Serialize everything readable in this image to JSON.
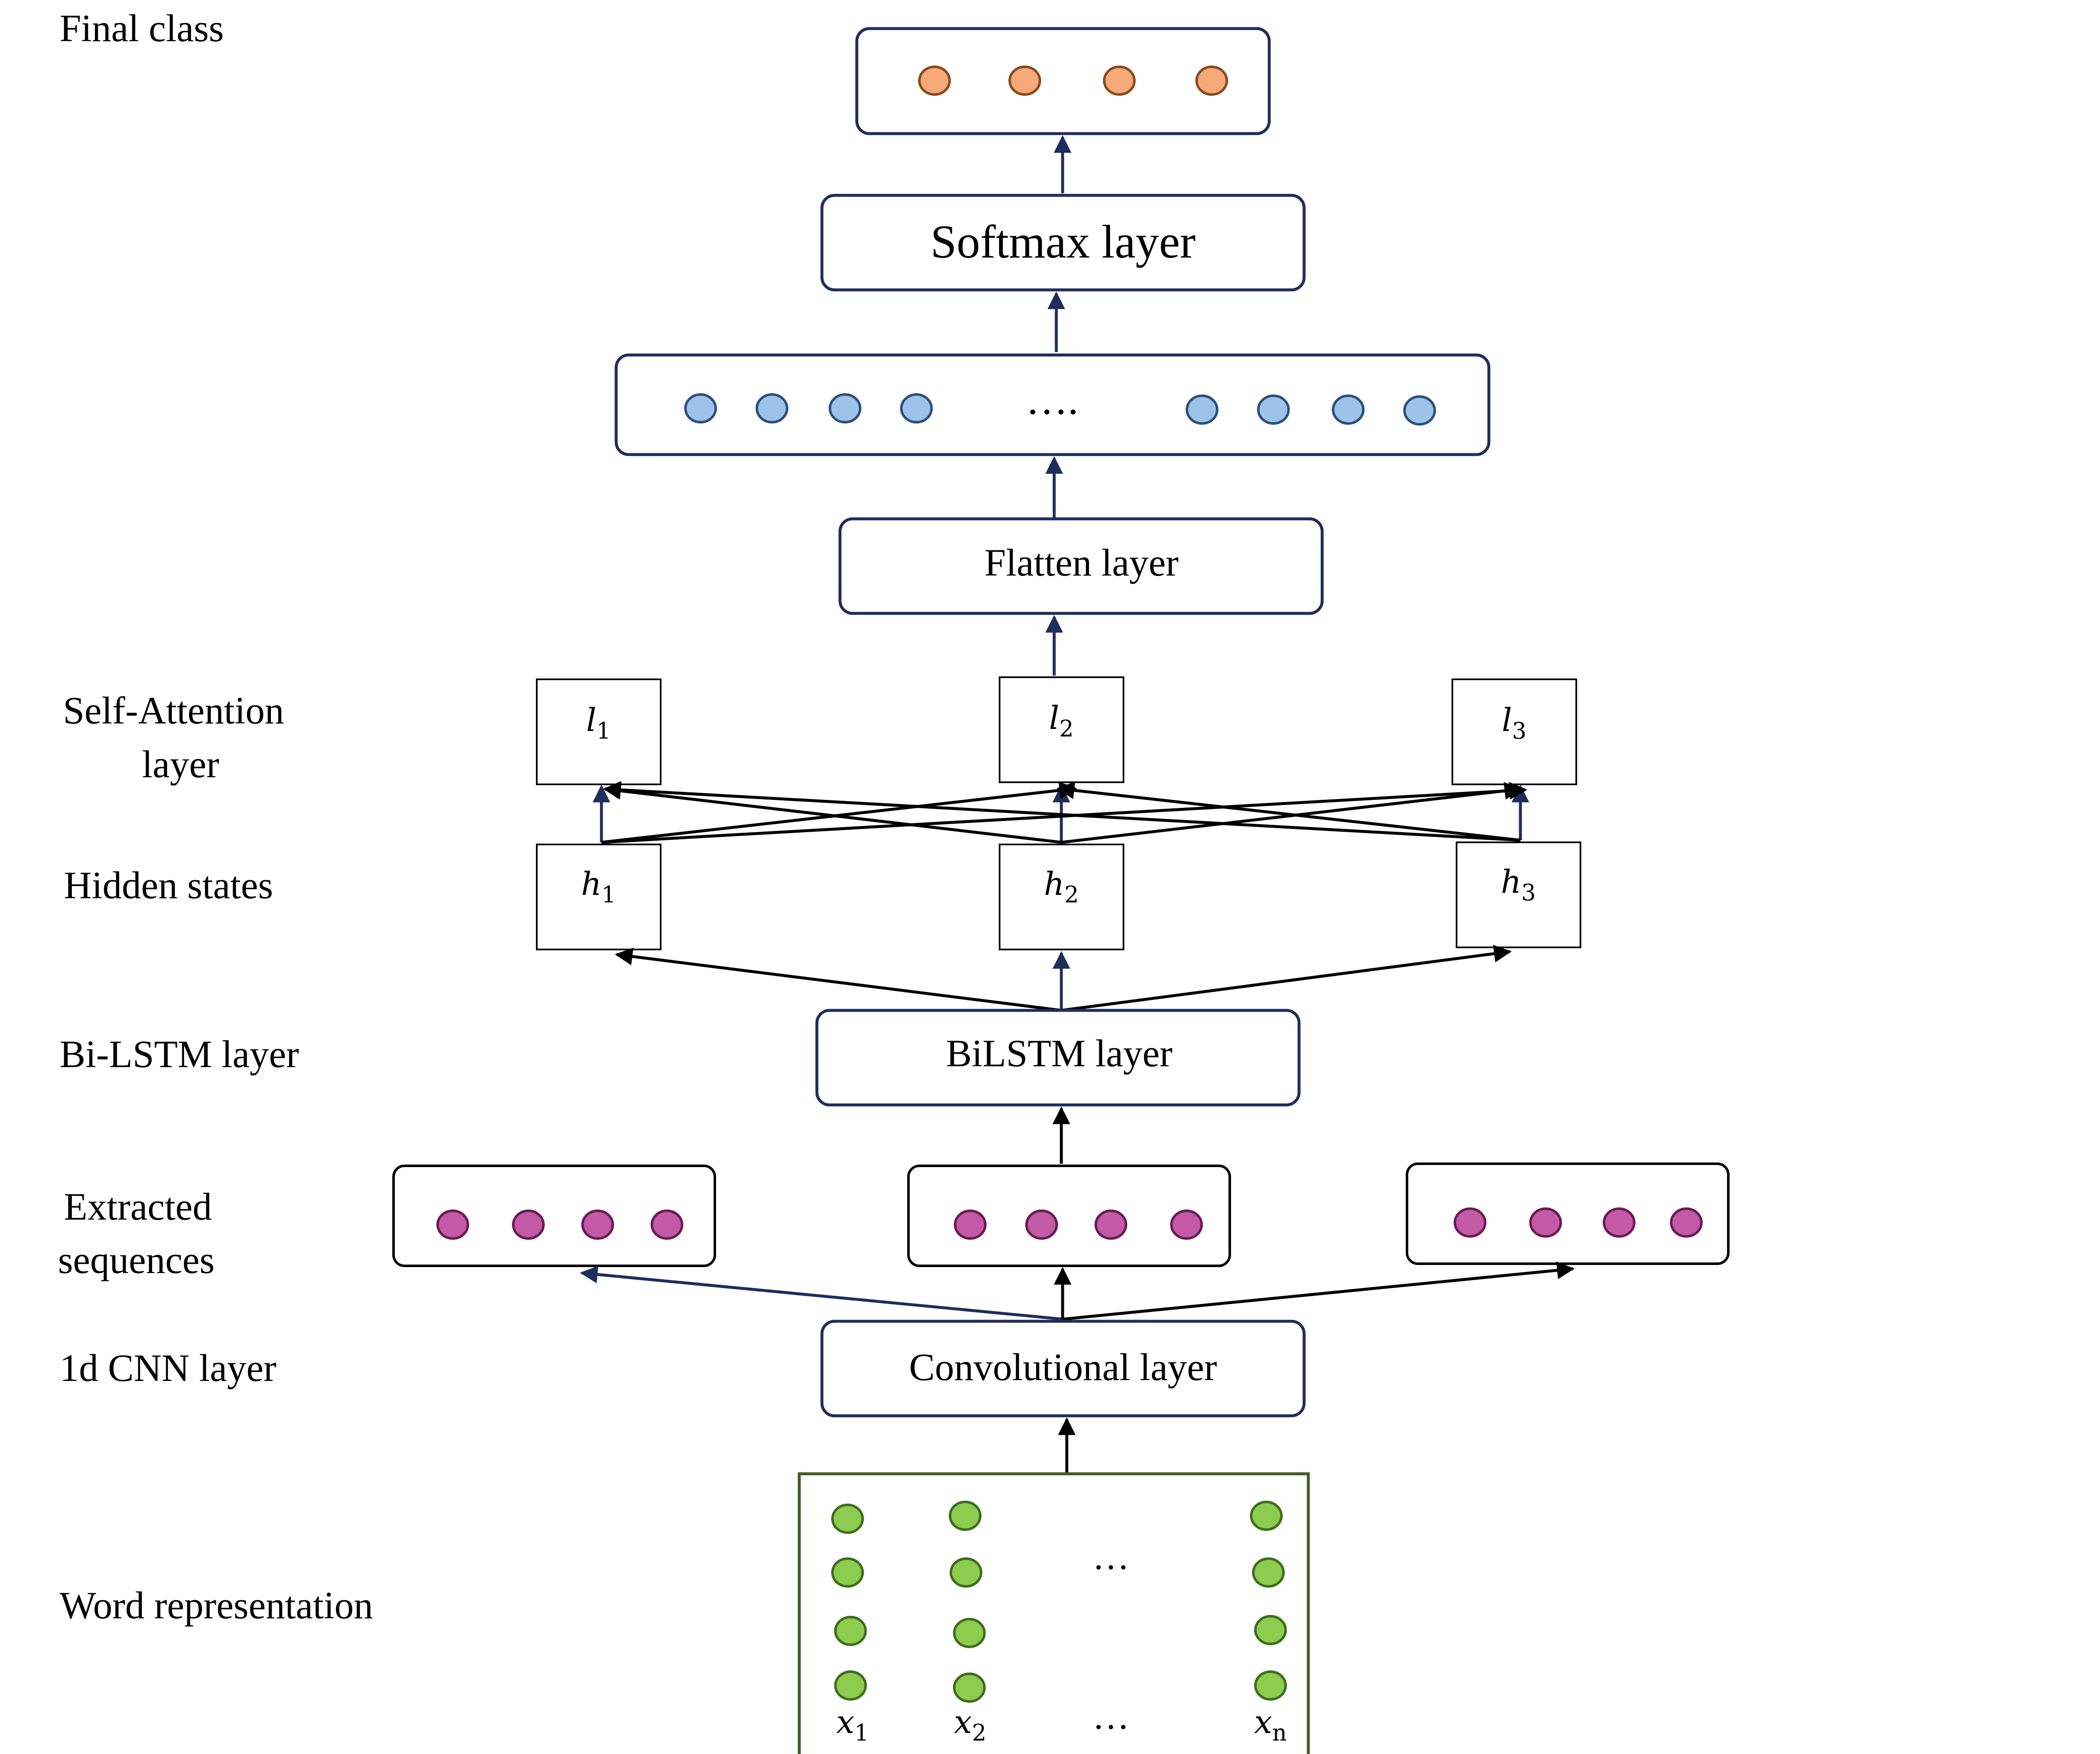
{
  "side_labels": {
    "final_class": "Final class",
    "self_attention_1": "Self-Attention",
    "self_attention_2": "layer",
    "hidden_states": "Hidden states",
    "bilstm": "Bi-LSTM layer",
    "extracted_1": "Extracted",
    "extracted_2": "sequences",
    "cnn": "1d CNN layer",
    "word_rep": "Word representation"
  },
  "blocks": {
    "softmax": "Softmax layer",
    "flatten": "Flatten layer",
    "bilstm": "BiLSTM layer",
    "conv": "Convolutional layer"
  },
  "dense_ellipsis": "….",
  "attention": [
    {
      "base": "l",
      "sub": "1"
    },
    {
      "base": "l",
      "sub": "2"
    },
    {
      "base": "l",
      "sub": "3"
    }
  ],
  "hidden": [
    {
      "base": "h",
      "sub": "1"
    },
    {
      "base": "h",
      "sub": "2"
    },
    {
      "base": "h",
      "sub": "3"
    }
  ],
  "words": {
    "x1": {
      "base": "x",
      "sub": "1"
    },
    "x2": {
      "base": "x",
      "sub": "2"
    },
    "xn": {
      "base": "x",
      "sub": "n"
    },
    "ellipsis_top": "…",
    "ellipsis_bottom": "…"
  },
  "colors": {
    "box_stroke": "#1f2d5c",
    "arrow_navy": "#1f2d5c",
    "arrow_black": "#000000",
    "word_box_stroke": "#3f5a22",
    "final_node_fill": "#f5a878",
    "final_node_stroke": "#8a4a1c",
    "dense_node_fill": "#9ec3ea",
    "dense_node_stroke": "#2c4f7a",
    "seq_node_fill": "#c35aa6",
    "seq_node_stroke": "#6a1a55",
    "word_node_fill": "#8ccc4e",
    "word_node_stroke": "#3f6d1c"
  }
}
